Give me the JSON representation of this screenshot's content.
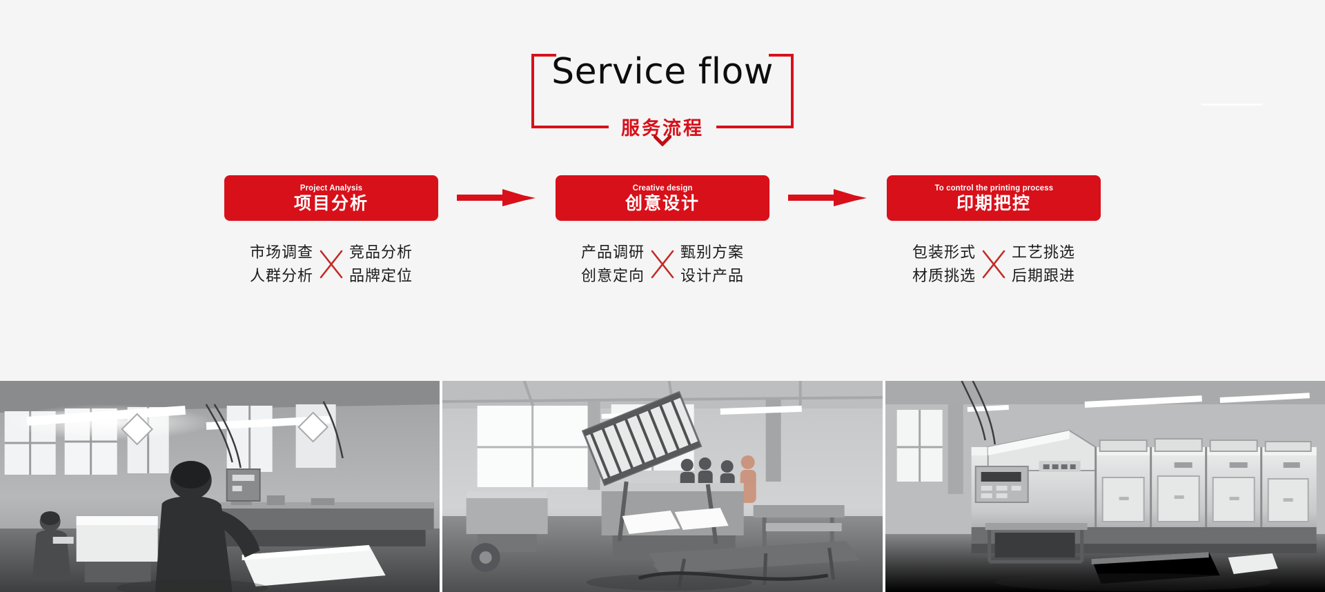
{
  "heading": {
    "title_en": "Service flow",
    "title_cn": "服务流程",
    "chevron_icon": "chevron-down-icon"
  },
  "colors": {
    "brand_red": "#d8101a",
    "card_red": "#d8101a",
    "background": "#f5f5f5",
    "text_dark": "#1c1c1c",
    "card_text": "#ffffff"
  },
  "steps": [
    {
      "en": "Project Analysis",
      "cn": "项目分析",
      "keywords_left": [
        "市场调查",
        "人群分析"
      ],
      "keywords_right": [
        "竞品分析",
        "品牌定位"
      ],
      "divider_icon": "x-cross-icon"
    },
    {
      "en": "Creative design",
      "cn": "创意设计",
      "keywords_left": [
        "产品调研",
        "创意定向"
      ],
      "keywords_right": [
        "甄别方案",
        "设计产品"
      ],
      "divider_icon": "x-cross-icon"
    },
    {
      "en": "To control the printing process",
      "cn": "印期把控",
      "keywords_left": [
        "包装形式",
        "材质挑选"
      ],
      "keywords_right": [
        "工艺挑选",
        "后期跟进"
      ],
      "divider_icon": "x-cross-icon"
    }
  ],
  "connectors": [
    {
      "icon": "arrow-right-icon"
    },
    {
      "icon": "arrow-right-icon"
    }
  ],
  "photos": [
    {
      "name": "factory-photo-cutting-machine"
    },
    {
      "name": "factory-photo-folding-machine"
    },
    {
      "name": "factory-photo-offset-press"
    }
  ]
}
